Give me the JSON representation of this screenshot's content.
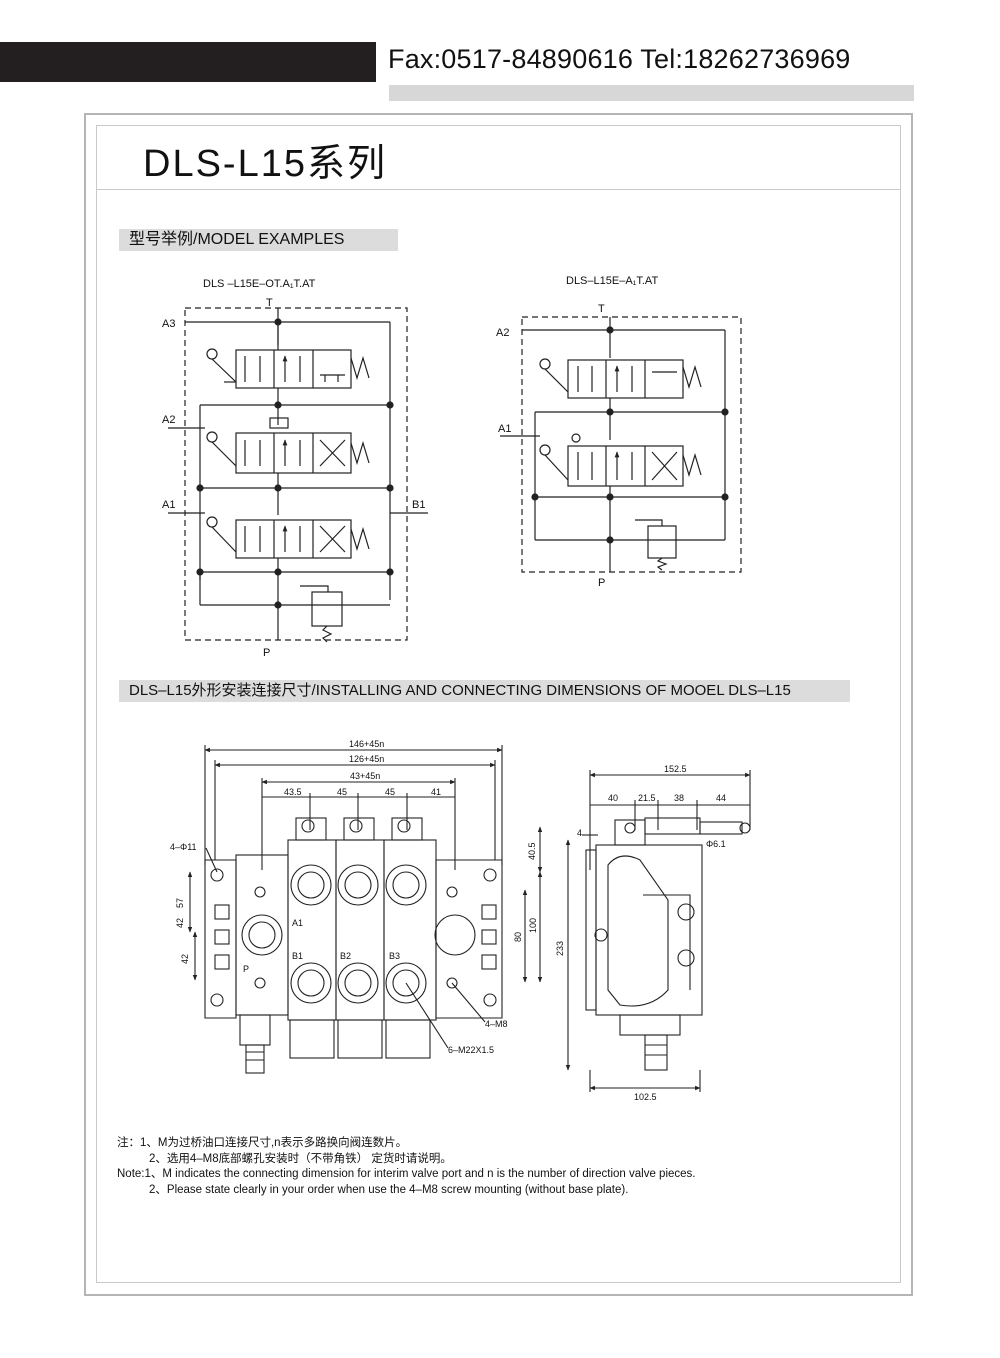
{
  "header": {
    "contact": "Fax:0517-84890616 Tel:18262736969"
  },
  "title": "DLS-L15系列",
  "sections": {
    "model_examples": "型号举例/MODEL EXAMPLES",
    "dimensions": "DLS–L15外形安装连接尺寸/INSTALLING AND CONNECTING DIMENSIONS OF MOOEL DLS–L15"
  },
  "schematic_left": {
    "model": "DLS –L15E–OT.A₁T.AT",
    "ports": {
      "T": "T",
      "A3": "A3",
      "A2": "A2",
      "A1": "A1",
      "B1": "B1",
      "P": "P"
    }
  },
  "schematic_right": {
    "model": "DLS–L15E–A₁T.AT",
    "ports": {
      "T": "T",
      "A2": "A2",
      "A1": "A1",
      "P": "P"
    }
  },
  "front_view": {
    "dims": {
      "overall": "146+45n",
      "mid": "126+45n",
      "inner": "43+45n",
      "seg1": "43.5",
      "seg2": "45",
      "seg3": "45",
      "seg4": "41",
      "holes": "4–Φ11",
      "v57": "57",
      "v42a": "42",
      "v42b": "42",
      "v40_5": "40.5",
      "v80": "80",
      "v100": "100",
      "m8": "4–M8",
      "m22": "6–M22X1.5"
    },
    "ports": {
      "A1": "A1",
      "B1": "B1",
      "B2": "B2",
      "B3": "B3",
      "P": "P"
    }
  },
  "side_view": {
    "dims": {
      "overall": "152.5",
      "s40": "40",
      "s21_5": "21.5",
      "s38": "38",
      "s44": "44",
      "s4": "4",
      "phi": "Φ6.1",
      "h233": "233",
      "w102_5": "102.5"
    }
  },
  "notes": {
    "cn1": "注：1、M为过桥油口连接尺寸,n表示多路换向阀连数片。",
    "cn2": "2、选用4–M8底部螺孔安装时（不带角铁） 定货时请说明。",
    "en1": "Note:1、M indicates the connecting dimension for interim valve port and n is the number of direction valve pieces.",
    "en2": "2、Please state clearly in your order when use the 4–M8 screw mounting (without base plate)."
  }
}
